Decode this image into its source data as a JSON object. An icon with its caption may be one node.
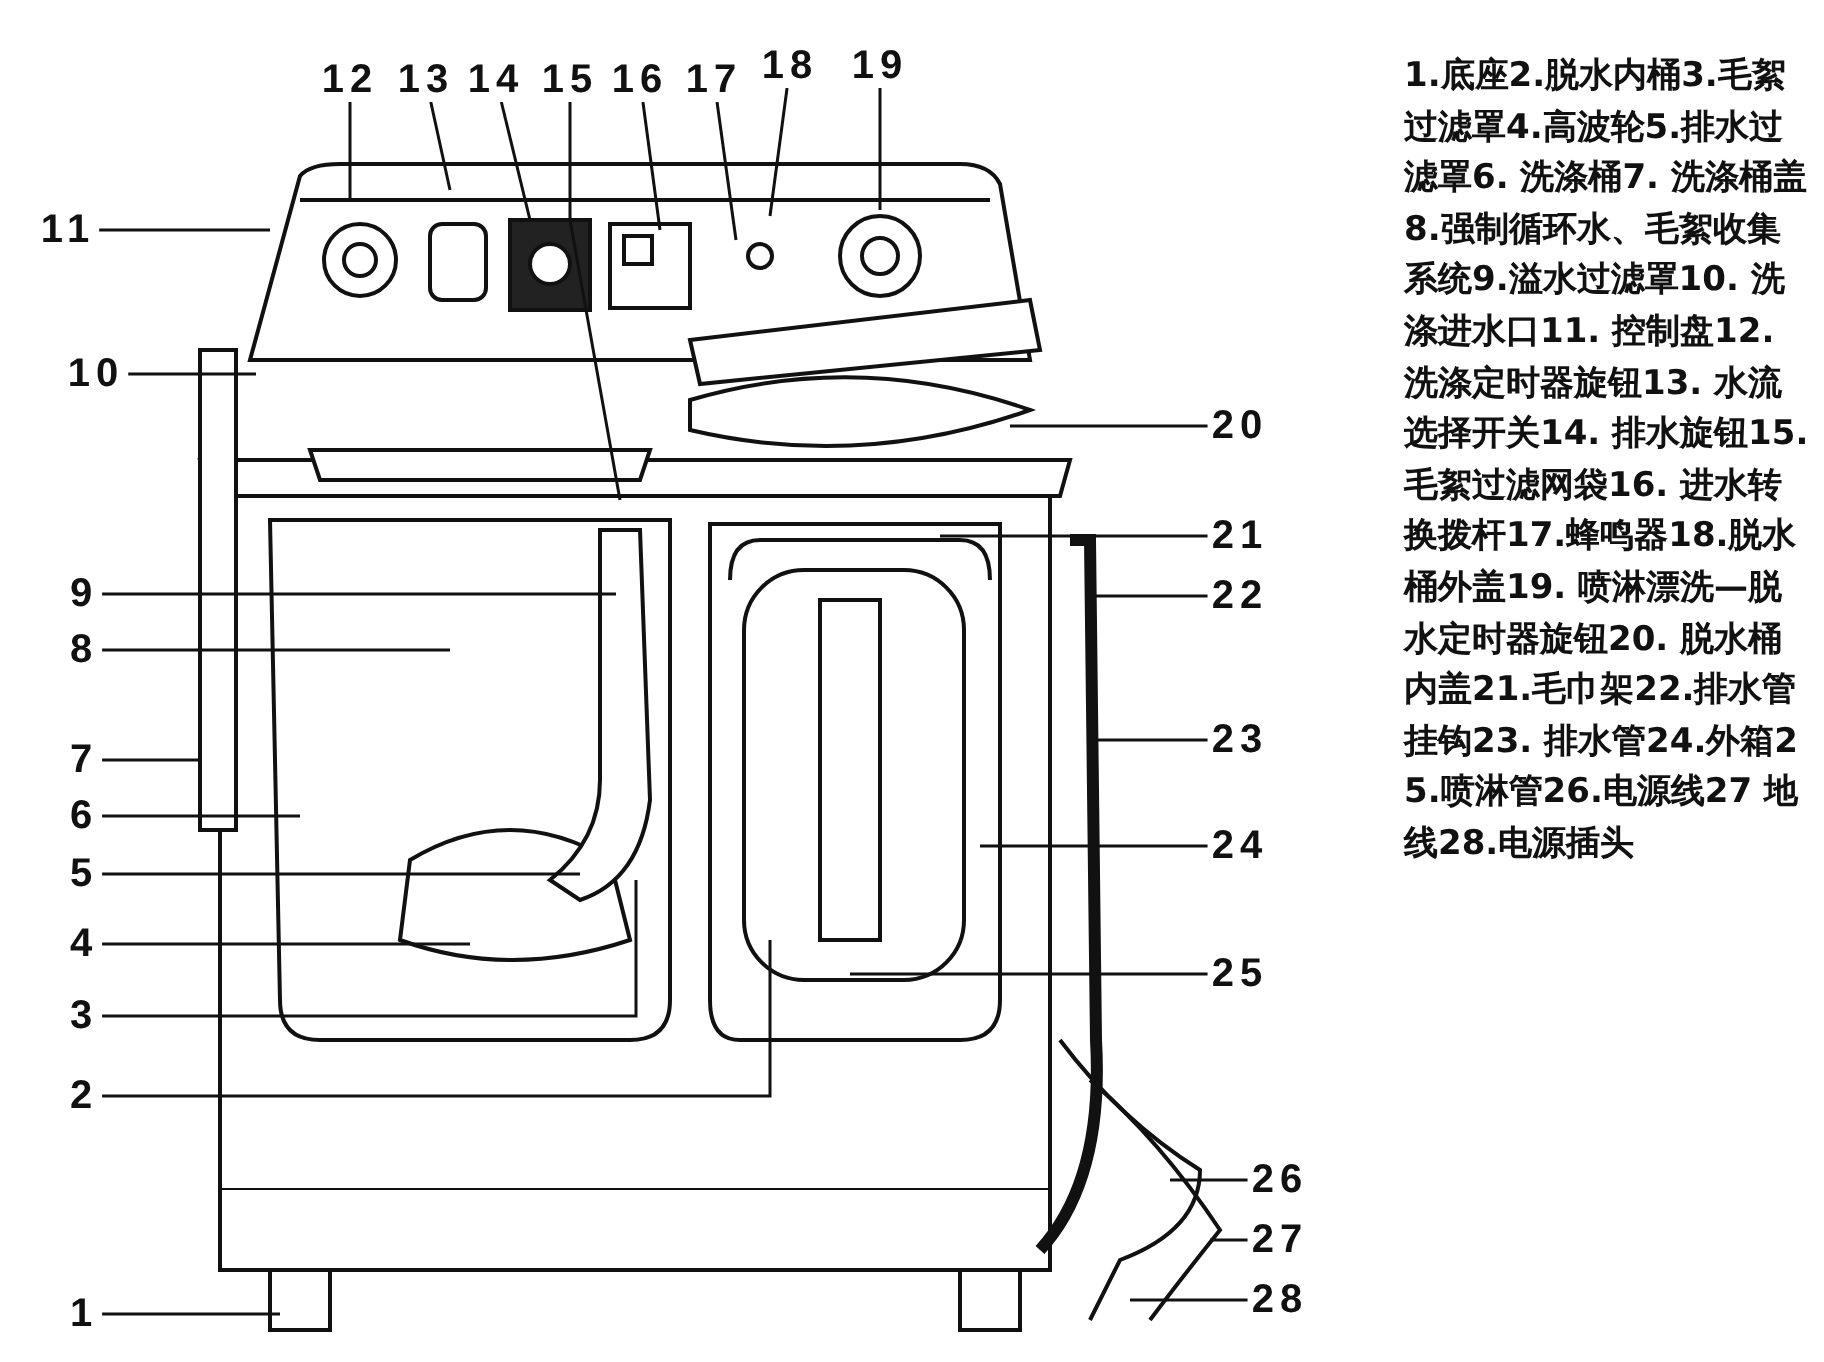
{
  "diagram": {
    "nodes": [
      {
        "text": [
          "1"
        ]
      },
      {
        "text": [
          "2"
        ]
      },
      {
        "text": [
          "3"
        ]
      },
      {
        "text": [
          "4"
        ]
      },
      {
        "text": [
          "5"
        ]
      },
      {
        "text": [
          "6"
        ]
      },
      {
        "text": [
          "7"
        ]
      },
      {
        "text": [
          "8"
        ]
      },
      {
        "text": [
          "9"
        ]
      },
      {
        "text": [
          "10"
        ]
      },
      {
        "text": [
          "11"
        ]
      },
      {
        "text": [
          "12"
        ]
      },
      {
        "text": [
          "13"
        ]
      },
      {
        "text": [
          "14"
        ]
      },
      {
        "text": [
          "15"
        ]
      },
      {
        "text": [
          "16"
        ]
      },
      {
        "text": [
          "17"
        ]
      },
      {
        "text": [
          "18"
        ]
      },
      {
        "text": [
          "19"
        ]
      },
      {
        "text": [
          "20"
        ]
      },
      {
        "text": [
          "21"
        ]
      },
      {
        "text": [
          "22"
        ]
      },
      {
        "text": [
          "23"
        ]
      },
      {
        "text": [
          "24"
        ]
      },
      {
        "text": [
          "25"
        ]
      },
      {
        "text": [
          "26"
        ]
      },
      {
        "text": [
          "27"
        ]
      },
      {
        "text": [
          "28"
        ]
      }
    ],
    "edges": [
      {
        "from": 0,
        "to": null,
        "arrow": "none"
      },
      {
        "from": 1,
        "to": null,
        "arrow": "none"
      },
      {
        "from": 2,
        "to": null,
        "arrow": "none"
      },
      {
        "from": 3,
        "to": null,
        "arrow": "none"
      },
      {
        "from": 4,
        "to": null,
        "arrow": "none"
      },
      {
        "from": 5,
        "to": null,
        "arrow": "none"
      },
      {
        "from": 6,
        "to": null,
        "arrow": "none"
      },
      {
        "from": 7,
        "to": null,
        "arrow": "none"
      },
      {
        "from": 8,
        "to": null,
        "arrow": "none"
      },
      {
        "from": 9,
        "to": null,
        "arrow": "none"
      },
      {
        "from": 10,
        "to": null,
        "arrow": "none"
      },
      {
        "from": 11,
        "to": null,
        "arrow": "none"
      },
      {
        "from": 12,
        "to": null,
        "arrow": "none"
      },
      {
        "from": 13,
        "to": null,
        "arrow": "none"
      },
      {
        "from": 14,
        "to": null,
        "arrow": "none"
      },
      {
        "from": 15,
        "to": null,
        "arrow": "none"
      },
      {
        "from": 16,
        "to": null,
        "arrow": "none"
      },
      {
        "from": 17,
        "to": null,
        "arrow": "none"
      },
      {
        "from": 18,
        "to": null,
        "arrow": "none"
      },
      {
        "from": 19,
        "to": null,
        "arrow": "none"
      },
      {
        "from": 20,
        "to": null,
        "arrow": "none"
      },
      {
        "from": 21,
        "to": null,
        "arrow": "none"
      },
      {
        "from": 22,
        "to": null,
        "arrow": "none"
      },
      {
        "from": 23,
        "to": null,
        "arrow": "none"
      },
      {
        "from": 24,
        "to": null,
        "arrow": "none"
      },
      {
        "from": 25,
        "to": null,
        "arrow": "none"
      },
      {
        "from": 26,
        "to": null,
        "arrow": "none"
      },
      {
        "from": 27,
        "to": null,
        "arrow": "none"
      }
    ],
    "labels": [
      "1.底座2.脱水内桶3.毛絮过滤罩4.高波轮5.排水过滤罩6. 洗涤桶7. 洗涤桶盖8.强制循环水、毛絮收集系统9.溢水过滤罩10. 洗涤进水口11. 控制盘12. 洗涤定时器旋钮13. 水流选择开关14. 排水旋钮15. 毛絮过滤网袋16. 进水转换拨杆17.蜂鸣器18.脱水桶外盖19. 喷淋漂洗—脱水定时器旋钮20. 脱水桶内盖21.毛巾架22.排水管挂钩23. 排水管24.外箱25.喷淋管26.电源线27 地线28.电源插头"
    ]
  }
}
